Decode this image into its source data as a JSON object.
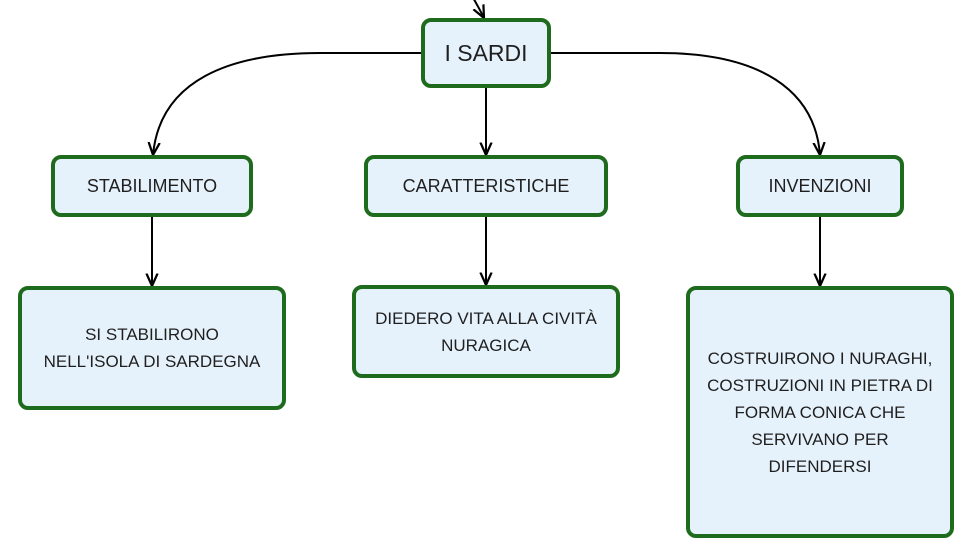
{
  "diagram": {
    "root": {
      "label": "I SARDI"
    },
    "categories": [
      {
        "label": "STABILIMENTO"
      },
      {
        "label": "CARATTERISTICHE"
      },
      {
        "label": "INVENZIONI"
      }
    ],
    "details": [
      {
        "text": "SI STABILIRONO\nNELL'ISOLA DI SARDEGNA"
      },
      {
        "text": "DIEDERO VITA ALLA CIVITÀ\nNURAGICA"
      },
      {
        "text": "COSTRUIRONO I NURAGHI,\nCOSTRUZIONI IN PIETRA DI\nFORMA CONICA CHE\nSERVIVANO PER\nDIFENDERSI"
      }
    ],
    "colors": {
      "node_fill": "#e6f2fb",
      "node_border": "#1e6b1e",
      "connector": "#000000",
      "text": "#1f1f1f"
    }
  }
}
